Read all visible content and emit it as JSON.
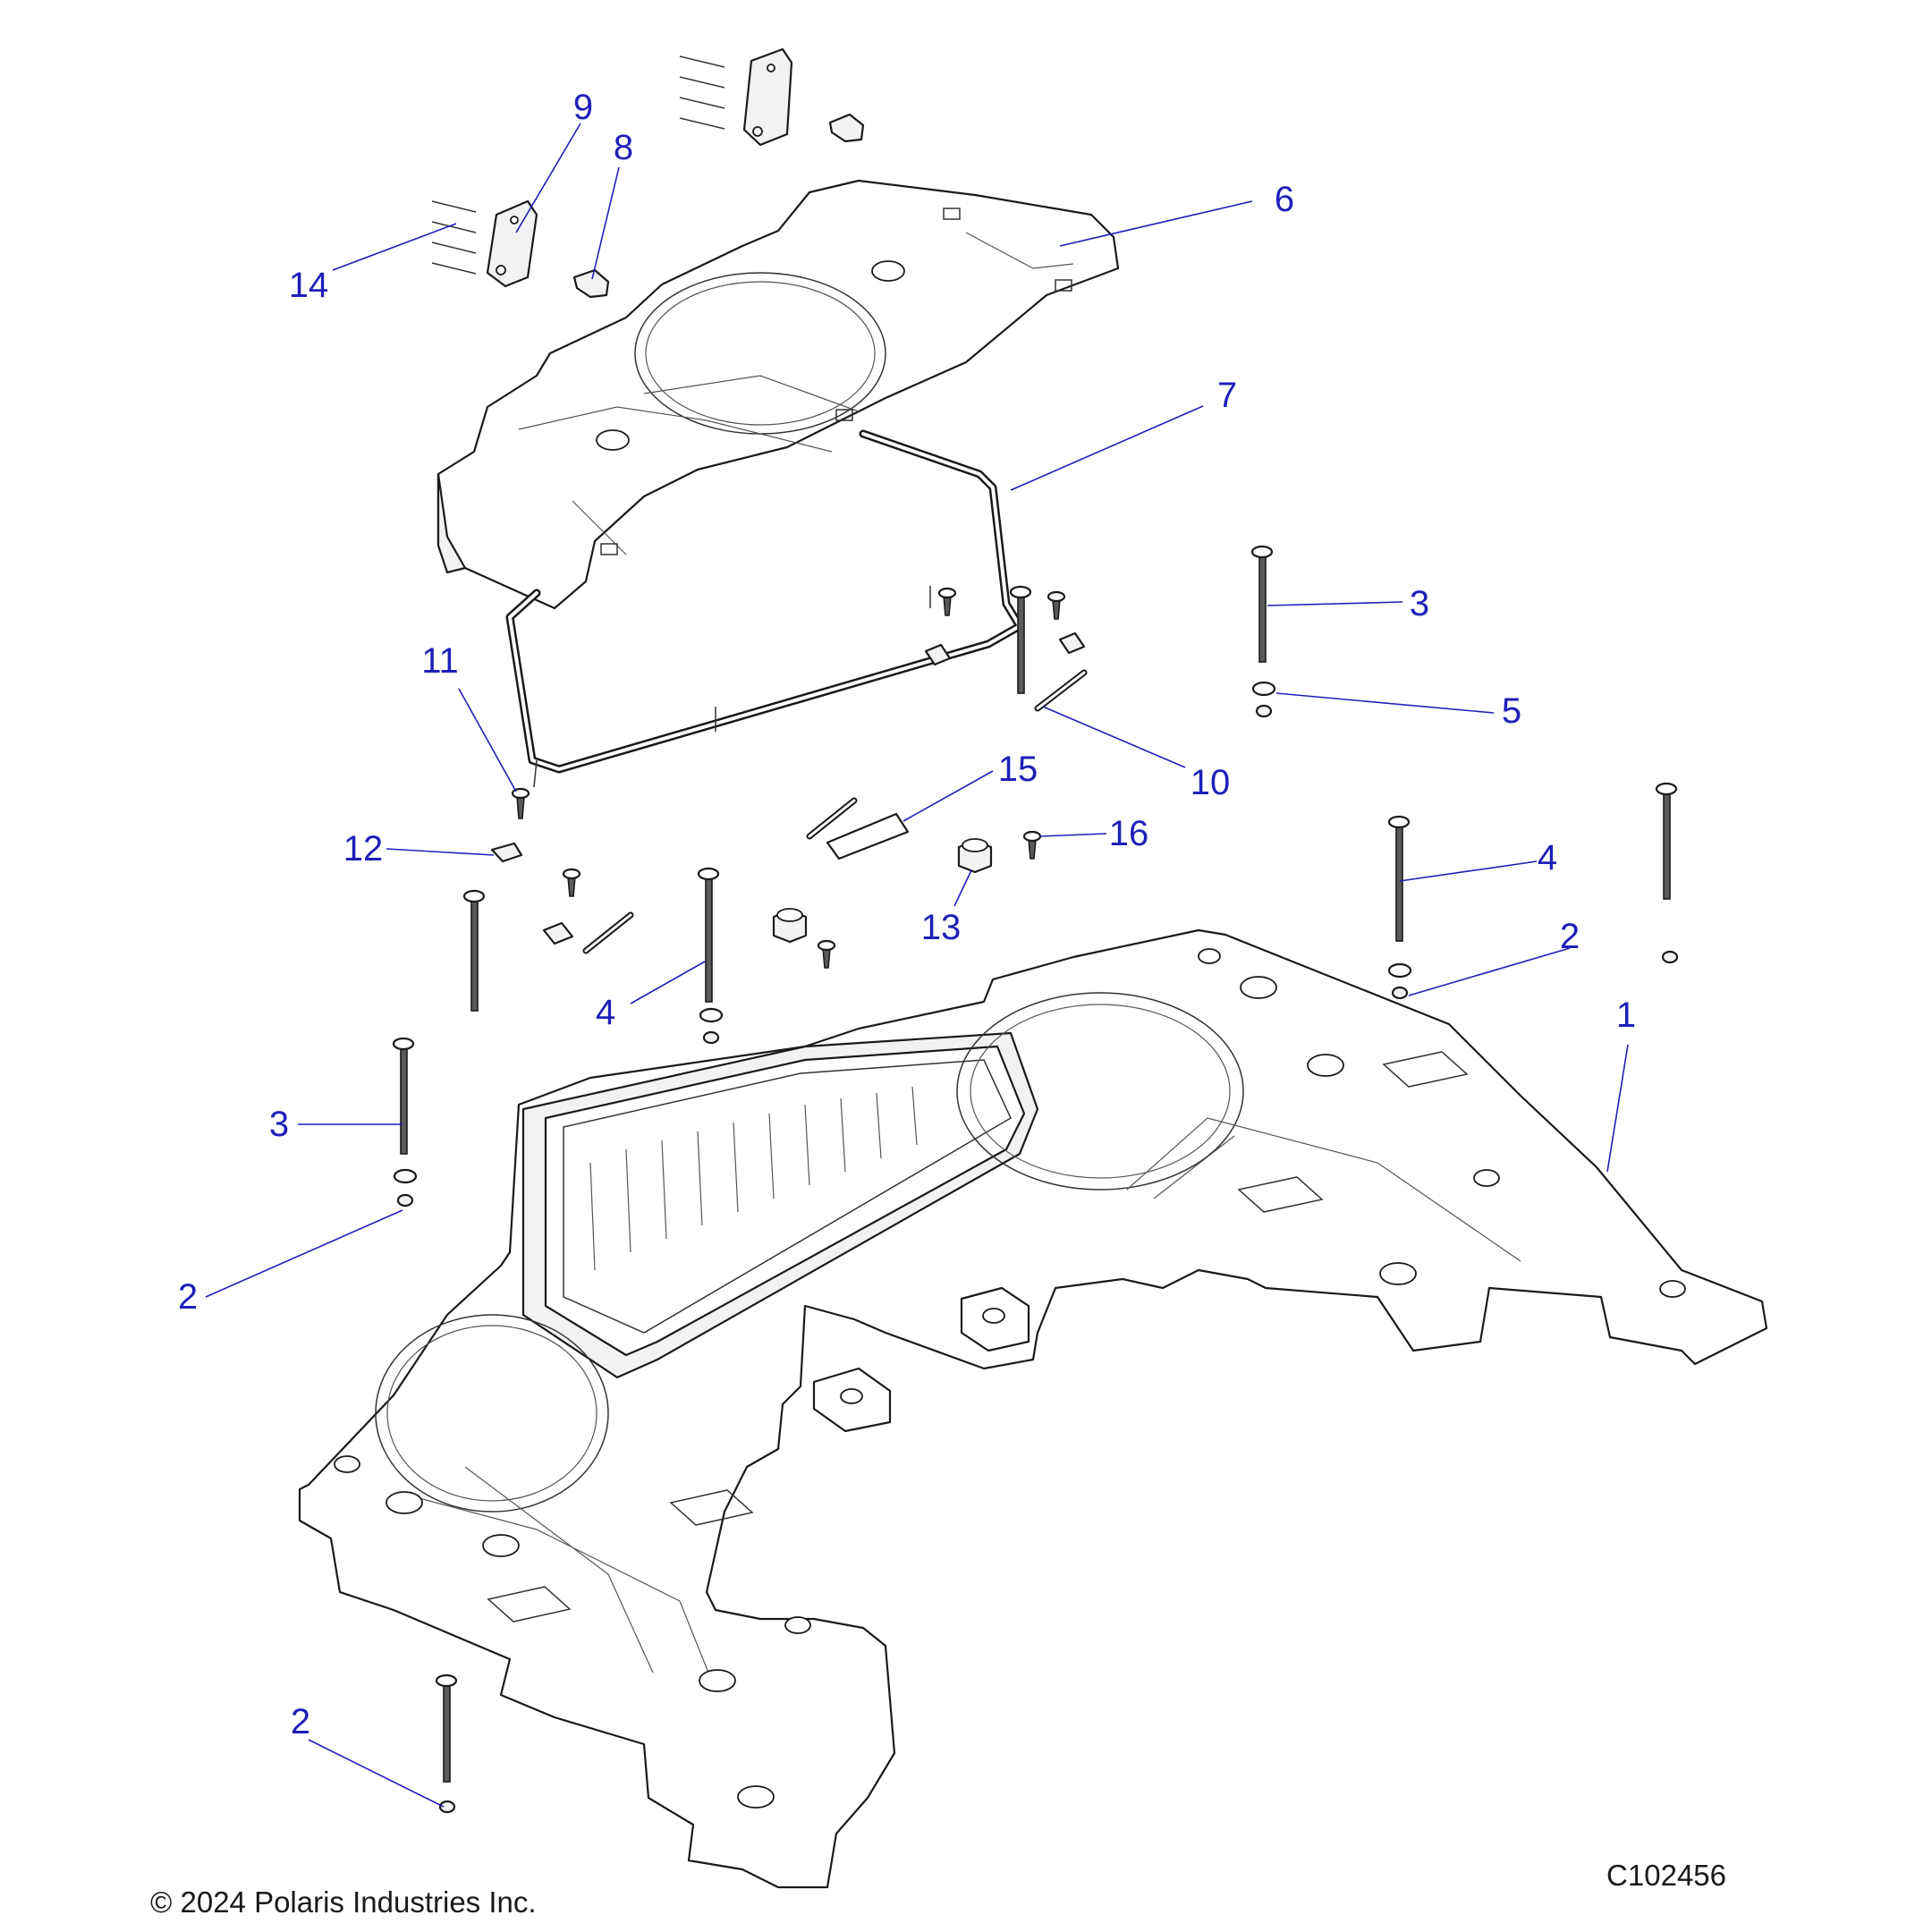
{
  "callouts": [
    {
      "id": "c1",
      "label": "1"
    },
    {
      "id": "c2a",
      "label": "2"
    },
    {
      "id": "c2b",
      "label": "2"
    },
    {
      "id": "c2c",
      "label": "2"
    },
    {
      "id": "c3a",
      "label": "3"
    },
    {
      "id": "c3b",
      "label": "3"
    },
    {
      "id": "c4a",
      "label": "4"
    },
    {
      "id": "c4b",
      "label": "4"
    },
    {
      "id": "c5",
      "label": "5"
    },
    {
      "id": "c6",
      "label": "6"
    },
    {
      "id": "c7",
      "label": "7"
    },
    {
      "id": "c8",
      "label": "8"
    },
    {
      "id": "c9",
      "label": "9"
    },
    {
      "id": "c10",
      "label": "10"
    },
    {
      "id": "c11",
      "label": "11"
    },
    {
      "id": "c12",
      "label": "12"
    },
    {
      "id": "c13",
      "label": "13"
    },
    {
      "id": "c14",
      "label": "14"
    },
    {
      "id": "c15",
      "label": "15"
    },
    {
      "id": "c16",
      "label": "16"
    }
  ],
  "footer": {
    "copyright": "© 2024 Polaris Industries Inc.",
    "drawing_number": "C102456"
  },
  "colors": {
    "callout": "#1f1fb8",
    "linework": "#1a1a1a"
  }
}
